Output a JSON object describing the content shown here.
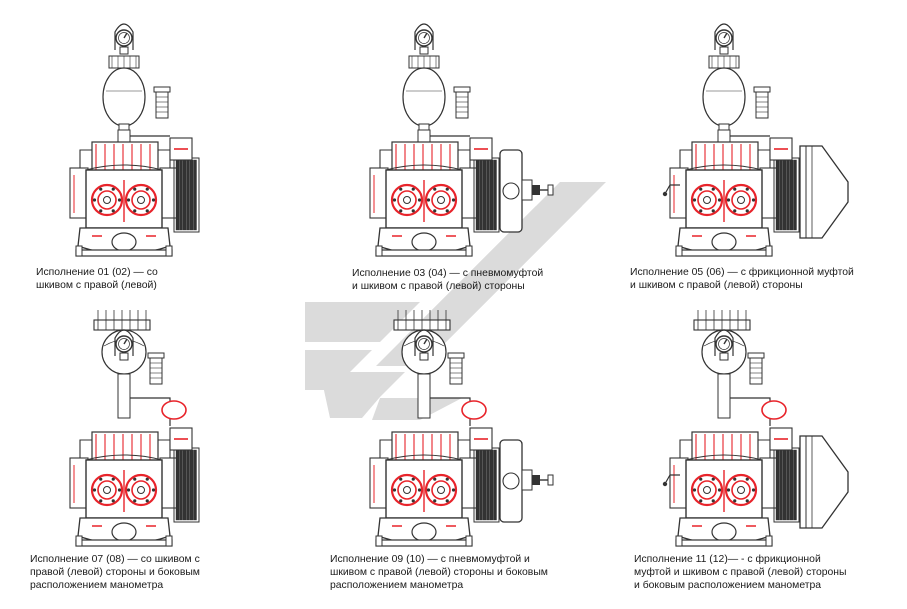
{
  "palette": {
    "outline": "#333333",
    "highlight": "#e8232a",
    "watermark": "#cfcfcf",
    "background": "#ffffff"
  },
  "variants": [
    {
      "id": "v01",
      "features": {
        "pneumatic_coupling": false,
        "friction_coupling": false,
        "side_gauge": false
      },
      "caption_lines": [
        "Исполнение 01 (02) — со",
        "шкивом с правой (левой)"
      ]
    },
    {
      "id": "v03",
      "features": {
        "pneumatic_coupling": true,
        "friction_coupling": false,
        "side_gauge": false
      },
      "caption_lines": [
        "Исполнение 03 (04) — с пневмомуфтой",
        "и шкивом с правой (левой) стороны"
      ]
    },
    {
      "id": "v05",
      "features": {
        "pneumatic_coupling": false,
        "friction_coupling": true,
        "side_gauge": false
      },
      "caption_lines": [
        "Исполнение 05 (06) — с фрикционной муфтой",
        "и шкивом с правой (левой) стороны"
      ]
    },
    {
      "id": "v07",
      "features": {
        "pneumatic_coupling": false,
        "friction_coupling": false,
        "side_gauge": true
      },
      "caption_lines": [
        "Исполнение 07 (08) — со шкивом с",
        "правой (левой) стороны и боковым",
        "расположением манометра"
      ]
    },
    {
      "id": "v09",
      "features": {
        "pneumatic_coupling": true,
        "friction_coupling": false,
        "side_gauge": true
      },
      "caption_lines": [
        "Исполнение 09 (10) — с пневмомуфтой и",
        "шкивом с правой (левой) стороны и боковым",
        "расположением манометра"
      ]
    },
    {
      "id": "v11",
      "features": {
        "pneumatic_coupling": false,
        "friction_coupling": true,
        "side_gauge": true
      },
      "caption_lines": [
        "Исполнение 11 (12)— - с фрикционной",
        "муфтой и шкивом с правой (левой) стороны",
        "и боковым расположением манометра"
      ]
    }
  ]
}
